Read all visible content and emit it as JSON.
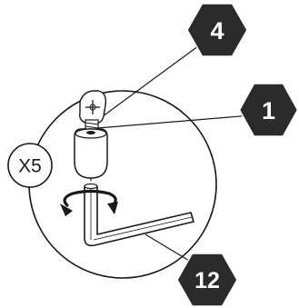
{
  "callouts": {
    "part_4": "4",
    "part_1": "1",
    "part_12": "12"
  },
  "quantity_label": "X5",
  "colors": {
    "badge_fill": "#2b2b2b",
    "line": "#1a1a1a",
    "background": "#ffffff"
  },
  "icons": [
    "detail-magnifier-circle",
    "cam-lock-bolt-icon",
    "cam-fitting-icon",
    "allen-key-icon",
    "rotate-arrow-icon"
  ]
}
